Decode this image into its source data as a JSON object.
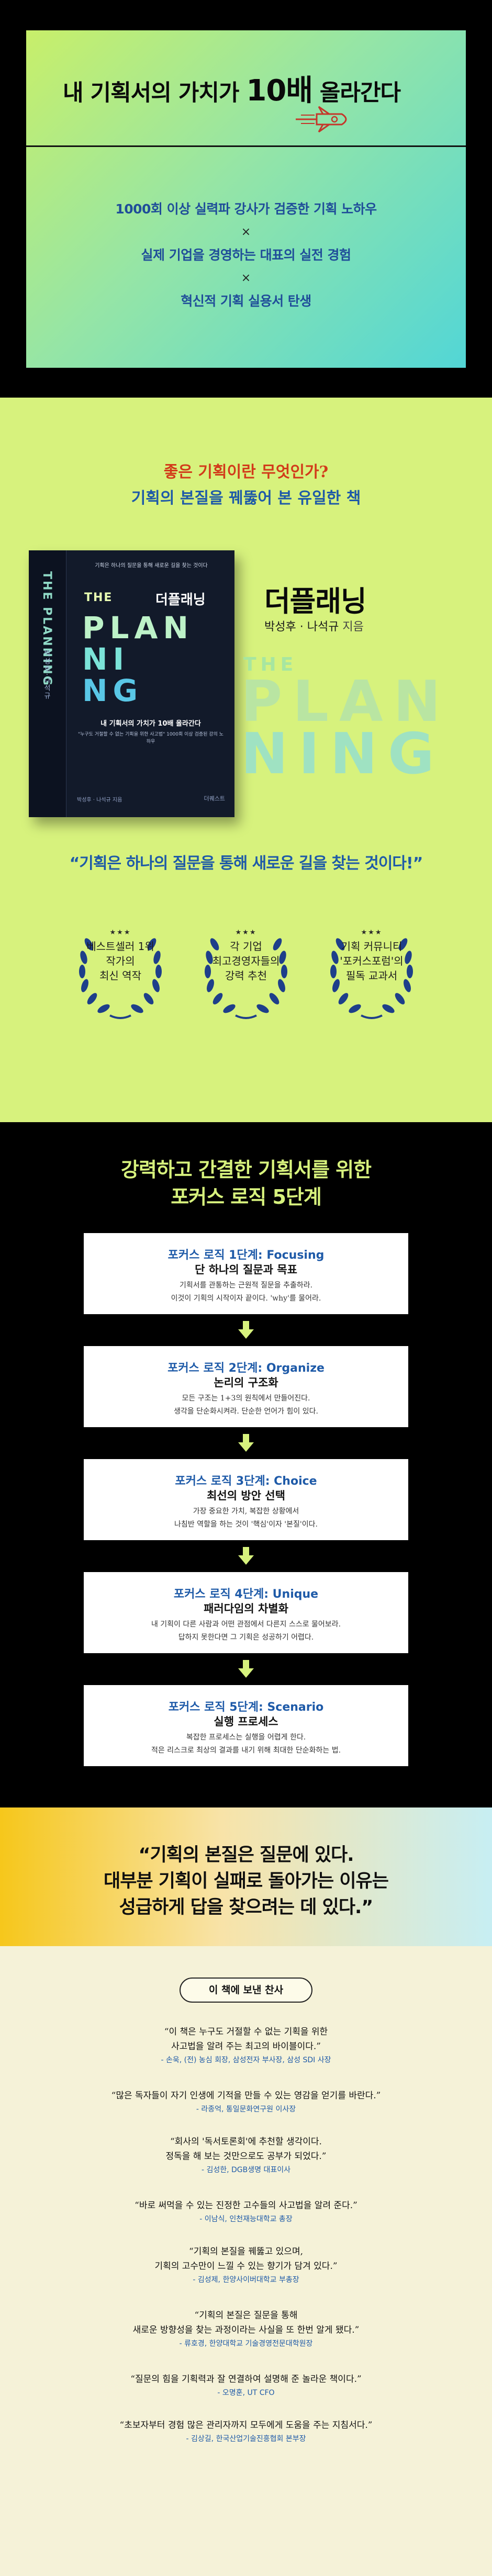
{
  "section1": {
    "headline_prefix": "내 기획서의 가치가",
    "headline_number": "10배",
    "headline_suffix": "올라간다",
    "items": [
      "1000회 이상 실력파 강사가 검증한 기획 노하우",
      "실제 기업을 경영하는 대표의 실전 경험",
      "혁신적 기획 실용서 탄생"
    ],
    "separator": "×",
    "colors": {
      "item": "#1f4d99",
      "gradient_start": "#c8ef6a",
      "gradient_end": "#52d6d6"
    }
  },
  "section2": {
    "lead_line1": "좋은 기획이란 무엇인가?",
    "lead_line2": "기획의 본질을 꿰뚫어 본 유일한 책",
    "book_cover": {
      "tagline": "기획은 하나의 질문을 통해 새로운 길을 찾는 것이다",
      "the": "THE",
      "korean_title": "더플래닝",
      "big_line1": "PLAN",
      "big_line2": "NI",
      "big_line3": "NG",
      "slogan": "내 기획서의 가치가 10배 올라간다",
      "desc": "\"누구도 거절할 수 없는 기획을 위한 사고법\" 1000회 이상 검증된 강의 노하우",
      "authors": "박성후 · 나석규 지음",
      "publisher": "더퀘스트",
      "spine_title": "THE PLANNING",
      "spine_sub": "박성후·나석규"
    },
    "title": "더플래닝",
    "authors": "박성후 · 나석규",
    "authors_suffix": "지음",
    "watermark": {
      "the": "THE",
      "line1": "PLAN",
      "line2": "NING"
    },
    "quote": "“기획은 하나의 질문을 통해 새로운 길을 찾는 것이다!”",
    "badges": [
      {
        "stars": "★★★",
        "line1": "베스트셀러 1위",
        "line2": "작가의",
        "line3": "최신 역작"
      },
      {
        "stars": "★★★",
        "line1": "각 기업",
        "line2": "최고경영자들의",
        "line3": "강력 추천"
      },
      {
        "stars": "★★★",
        "line1": "기획 커뮤니티",
        "line2": "'포커스포럼'의",
        "line3": "필독 교과서"
      }
    ]
  },
  "section3": {
    "title_line1": "강력하고 간결한 기획서를 위한",
    "title_line2": "포커스 로직 5단계",
    "steps": [
      {
        "header": "포커스 로직 1단계: Focusing",
        "sub": "단 하나의 질문과 목표",
        "desc1": "기획서를 관통하는 근원적 질문을 추출하라.",
        "desc2": "이것이 기획의 시작이자 끝이다. 'why'를 물어라."
      },
      {
        "header": "포커스 로직 2단계: Organize",
        "sub": "논리의 구조화",
        "desc1": "모든 구조는 1+3의 원칙에서 만들어진다.",
        "desc2": "생각을 단순화시켜라. 단순한 언어가 힘이 있다."
      },
      {
        "header": "포커스 로직 3단계: Choice",
        "sub": "최선의 방안 선택",
        "desc1": "가장 중요한 가치, 복잡한 상황에서",
        "desc2": "나침반 역할을 하는 것이 '핵심'이자 '본질'이다."
      },
      {
        "header": "포커스 로직 4단계: Unique",
        "sub": "패러다임의 차별화",
        "desc1": "내 기획이 다른 사람과 어떤 관점에서 다른지 스스로 물어보라.",
        "desc2": "답하지 못한다면 그 기획은 성공하기 어렵다."
      },
      {
        "header": "포커스 로직 5단계: Scenario",
        "sub": "실행 프로세스",
        "desc1": "복잡한 프로세스는 실행을 어렵게 한다.",
        "desc2": "적은 리스크로 최상의 결과를 내기 위해 최대한 단순화하는 법."
      }
    ]
  },
  "section4": {
    "line1": "“기획의 본질은 질문에 있다.",
    "line2": "대부분 기획이 실패로 돌아가는 이유는",
    "line3": "성급하게 답을 찾으려는 데 있다.”"
  },
  "section5": {
    "pill": "이 책에 보낸 찬사",
    "reviews": [
      {
        "q1": "“이 책은 누구도 거절할 수 없는 기획을 위한",
        "q2": "사고법을 알려 주는 최고의 바이블이다.”",
        "author": "- 손욱, (전) 농심 회장, 삼성전자 부사장, 삼성 SDI 사장"
      },
      {
        "q1": "“많은 독자들이 자기 인생에 기적을 만들 수 있는 영감을 얻기를 바란다.”",
        "q2": "",
        "author": "- 라종억, 통일문화연구원 이사장"
      },
      {
        "q1": "“회사의 '독서토론회'에 추천할 생각이다.",
        "q2": "정독을 해 보는 것만으로도 공부가 되었다.”",
        "author": "- 김성한, DGB생명 대표이사"
      },
      {
        "q1": "“바로 써먹을 수 있는 진정한 고수들의 사고법을 알려 준다.”",
        "q2": "",
        "author": "- 이남식, 인천재능대학교 총장"
      },
      {
        "q1": "“기획의 본질을 꿰뚫고 있으며,",
        "q2": "기획의 고수만이 느낄 수 있는 향기가 담겨 있다.”",
        "author": "- 김성제, 한양사이버대학교 부총장"
      },
      {
        "q1": "“기획의 본질은 질문을 통해",
        "q2": "새로운 방향성을 찾는 과정이라는 사실을 또 한번 알게 됐다.”",
        "author": "- 류호경, 한양대학교 기술경영전문대학원장"
      },
      {
        "q1": "“질문의 힘을 기획력과 잘 연결하여 설명해 준 놀라운 책이다.”",
        "q2": "",
        "author": "- 오명훈, UT CFO"
      },
      {
        "q1": "“초보자부터 경험 많은 관리자까지 모두에게 도움을 주는 지침서다.”",
        "q2": "",
        "author": "- 김상길, 한국산업기술진흥협회 본부장"
      }
    ]
  }
}
